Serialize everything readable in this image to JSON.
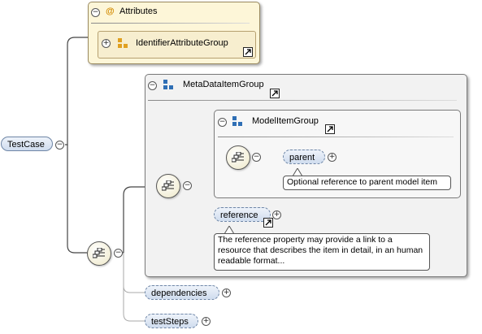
{
  "root": {
    "label": "TestCase"
  },
  "attributes": {
    "title": "Attributes",
    "at_symbol": "@",
    "group_ref": "IdentifierAttributeGroup"
  },
  "metadata_group": {
    "title": "MetaDataItemGroup"
  },
  "model_group": {
    "title": "ModelItemGroup"
  },
  "elements": {
    "parent": "parent",
    "parent_doc": "Optional reference to parent model item",
    "reference": "reference",
    "reference_doc": "The reference property may provide a link to a resource that describes the item in detail, in an human readable format...",
    "dependencies": "dependencies",
    "test_steps": "testSteps"
  },
  "symbols": {
    "collapse": "−",
    "expand": "+"
  },
  "colors": {
    "attributes_bg": "#fdf6d8",
    "group_bg": "#f2f2f2",
    "node_border": "#6f86a6"
  }
}
